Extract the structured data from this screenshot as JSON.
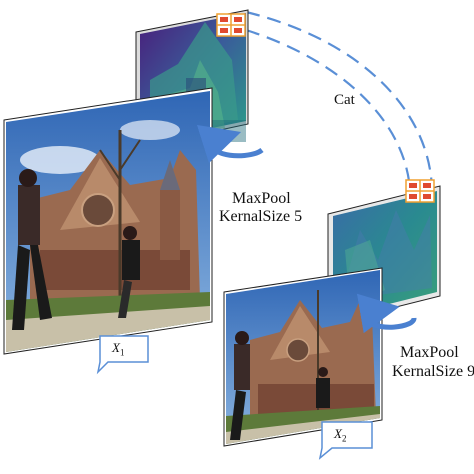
{
  "labels": {
    "cat": "Cat",
    "maxpool_1_line1": "MaxPool",
    "maxpool_1_line2": "KernalSize 5",
    "maxpool_2_line1": "MaxPool",
    "maxpool_2_line2": "KernalSize 9",
    "x1_symbol": "X",
    "x1_sub": "1",
    "x2_symbol": "X",
    "x2_sub": "2"
  },
  "colors": {
    "arrow": "#4a80d0",
    "callout_border": "#5a8fd6",
    "feature_map_1": "#5b2a86",
    "feature_map_2": "#2a7d8e",
    "sky": "#4d86c8",
    "brick": "#8a5a44",
    "grass": "#5d7a3a",
    "pool_marker": "#f0a030"
  },
  "icons": {
    "cycle_arrow": "circular-arrow-icon",
    "pool_grid": "pooling-grid-icon"
  }
}
